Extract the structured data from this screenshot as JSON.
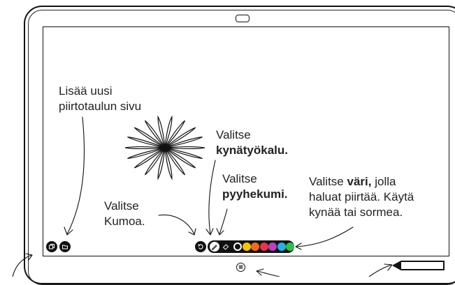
{
  "callouts": {
    "add_page": [
      "Lisää uusi",
      "piirtotaulun sivu"
    ],
    "select_pen": {
      "line1": "Valitse",
      "bold": "kynätyökalu."
    },
    "select_eraser": {
      "line1": "Valitse",
      "bold": "pyyhekumi."
    },
    "select_color": {
      "prefix": "Valitse ",
      "bold": "väri,",
      "suffix": " jolla",
      "line2": "haluat piirtää. Käytä",
      "line3": "kynää tai sormea."
    },
    "undo": [
      "Valitse",
      "Kumoa."
    ]
  },
  "palette_colors": [
    "#ffffff",
    "#f5c400",
    "#f26b1d",
    "#e8334a",
    "#c03cc6",
    "#1fb3e8",
    "#2ec24a"
  ],
  "colors": {
    "outline": "#111111",
    "toolbar": "#111111"
  }
}
